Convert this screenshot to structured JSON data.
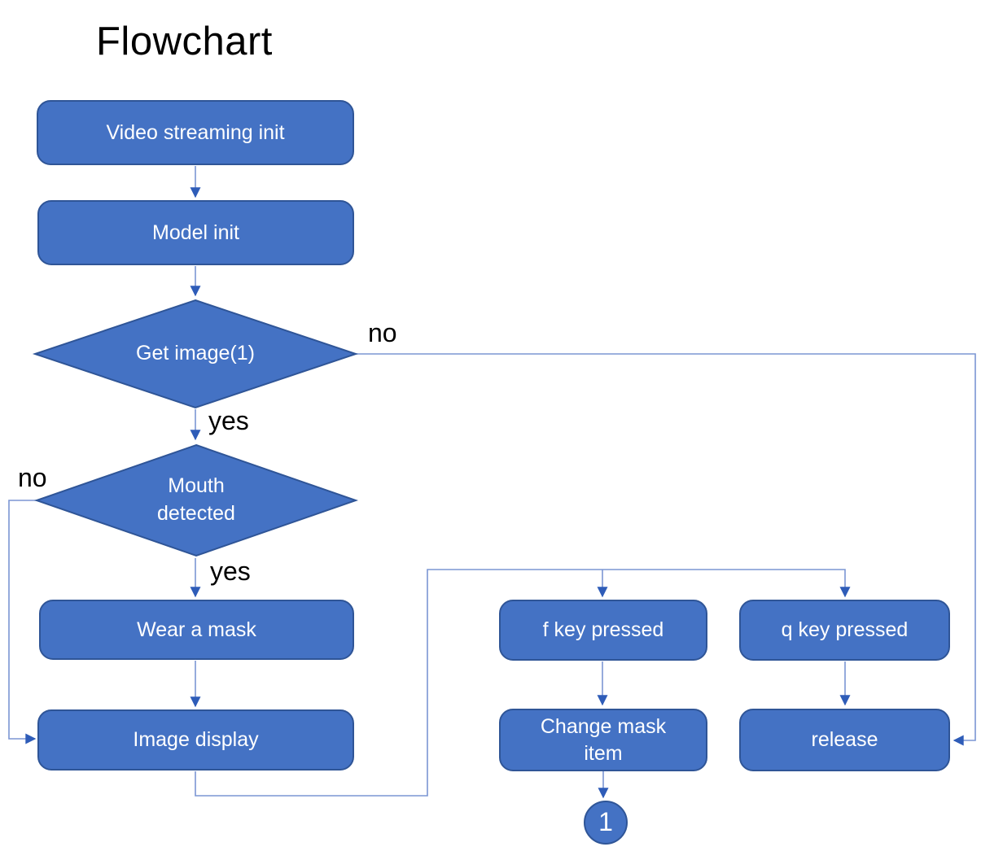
{
  "title": "Flowchart",
  "colors": {
    "node_fill": "#4472C4",
    "node_border": "#2F5597",
    "node_text": "#FFFFFF",
    "connector": "#7B96D4",
    "arrowhead": "#2E5CB8",
    "label_text": "#000000",
    "background": "#FFFFFF"
  },
  "nodes": {
    "video": {
      "label": "Video streaming init",
      "type": "process"
    },
    "model": {
      "label": "Model init",
      "type": "process"
    },
    "getimage": {
      "label": "Get image(1)",
      "type": "decision"
    },
    "mouth": {
      "label": "Mouth detected",
      "type": "decision"
    },
    "wear": {
      "label": "Wear a mask",
      "type": "process"
    },
    "display": {
      "label": "Image display",
      "type": "process"
    },
    "fkey": {
      "label": "f key pressed",
      "type": "process"
    },
    "qkey": {
      "label": "q key pressed",
      "type": "process"
    },
    "changemask": {
      "label": "Change mask item",
      "type": "process"
    },
    "release": {
      "label": "release",
      "type": "process"
    },
    "connector1": {
      "label": "1",
      "type": "off-page-connector"
    }
  },
  "edge_labels": {
    "getimage_no": "no",
    "getimage_yes": "yes",
    "mouth_no": "no",
    "mouth_yes": "yes"
  },
  "edges": [
    {
      "from": "video",
      "to": "model",
      "label": ""
    },
    {
      "from": "model",
      "to": "getimage",
      "label": ""
    },
    {
      "from": "getimage",
      "to": "release",
      "label": "no"
    },
    {
      "from": "getimage",
      "to": "mouth",
      "label": "yes"
    },
    {
      "from": "mouth",
      "to": "display",
      "label": "no"
    },
    {
      "from": "mouth",
      "to": "wear",
      "label": "yes"
    },
    {
      "from": "wear",
      "to": "display",
      "label": ""
    },
    {
      "from": "display",
      "to": "fkey",
      "label": ""
    },
    {
      "from": "display",
      "to": "qkey",
      "label": ""
    },
    {
      "from": "fkey",
      "to": "changemask",
      "label": ""
    },
    {
      "from": "qkey",
      "to": "release",
      "label": ""
    },
    {
      "from": "changemask",
      "to": "connector1",
      "label": ""
    }
  ]
}
